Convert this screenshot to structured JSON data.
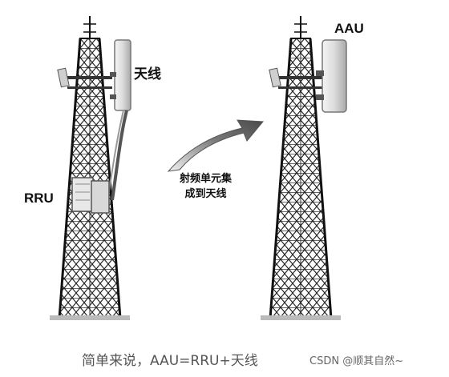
{
  "left_scene": {
    "antenna_label": "天线",
    "rru_label": "RRU"
  },
  "right_scene": {
    "aau_label": "AAU"
  },
  "transition": {
    "line1": "射频单元集",
    "line2": "成到天线"
  },
  "caption": "简单来说，AAU=RRU+天线",
  "watermark": "CSDN @顺其自然~"
}
